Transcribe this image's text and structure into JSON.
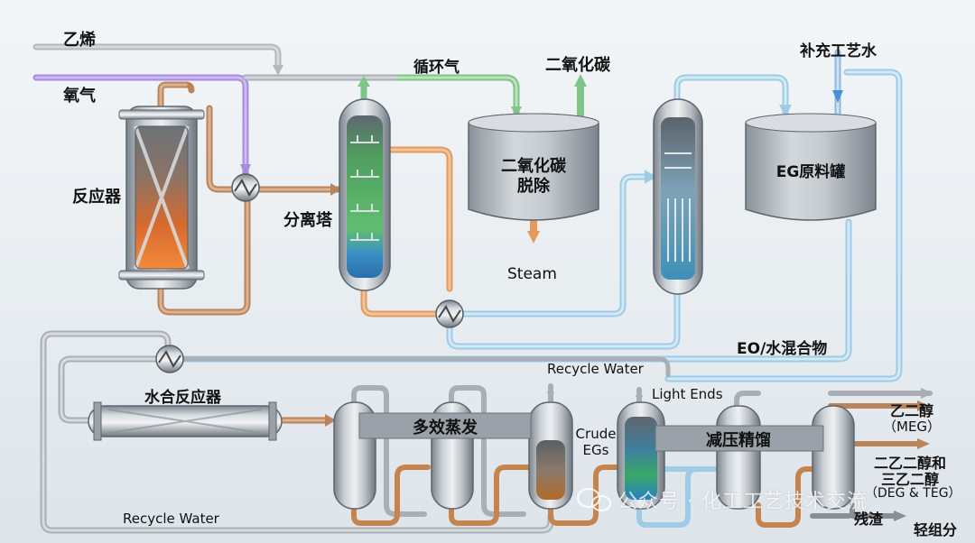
{
  "colors": {
    "ethylene": "#a7aaae",
    "oxygen": "#a989e6",
    "hot_brown": "#b9845a",
    "orange": "#e39a5c",
    "green": "#76c27c",
    "light_blue": "#9ecbe6",
    "blue": "#4a8fd8",
    "grey_line": "#a9afb5"
  },
  "labels": {
    "ethylene": "乙烯",
    "oxygen": "氧气",
    "reactor": "反应器",
    "recycle_gas": "循环气",
    "co2": "二氧化碳",
    "separator": "分离塔",
    "co2_removal_1": "二氧化碳",
    "co2_removal_2": "脱除",
    "steam": "Steam",
    "makeup_water": "补充工艺水",
    "eg_tank": "EG原料罐",
    "eo_water_mix": "EO/水混合物",
    "recycle_water_top": "Recycle Water",
    "hydration_reactor": "水合反应器",
    "multi_effect_evap": "多效蒸发",
    "light_ends": "Light Ends",
    "crude_egs_1": "Crude",
    "crude_egs_2": "EGs",
    "vacuum_distill": "减压精馏",
    "meg_1": "乙二醇",
    "meg_2": "（MEG）",
    "deg_teg_1": "二乙二醇和",
    "deg_teg_2": "三乙二醇",
    "deg_teg_3": "（DEG & TEG）",
    "residue": "残渣",
    "light_components": "轻组分",
    "recycle_water_bottom": "Recycle Water",
    "watermark": "公众号 · 化工工艺技术交流"
  }
}
